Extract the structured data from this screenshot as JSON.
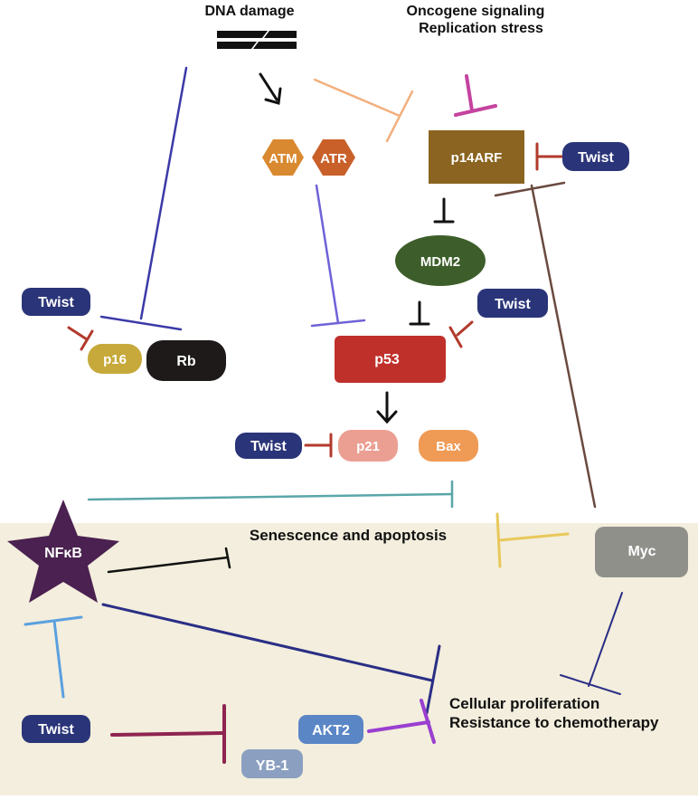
{
  "top_labels": {
    "dna_damage": "DNA damage",
    "oncogene_signaling": "Oncogene signaling",
    "replication_stress": "Replication stress"
  },
  "nodes": {
    "atm": "ATM",
    "atr": "ATR",
    "p14arf": "p14ARF",
    "twist_p14arf": "Twist",
    "mdm2": "MDM2",
    "twist_p53": "Twist",
    "twist_p16": "Twist",
    "p16": "p16",
    "rb": "Rb",
    "p53": "p53",
    "twist_p21": "Twist",
    "p21": "p21",
    "bax": "Bax",
    "nfkb": "NFκB",
    "myc": "Myc",
    "twist_bottom": "Twist",
    "akt2": "AKT2",
    "yb1": "YB-1"
  },
  "outcomes": {
    "senescence_apoptosis": "Senescence and apoptosis",
    "proliferation": "Cellular proliferation",
    "chemoresistance": "Resistance to chemotherapy"
  },
  "colors": {
    "background_lower": "#f3eedd",
    "twist": "#2a3478",
    "atm": "#d9892f",
    "atr": "#c9602a",
    "p14arf": "#8a6420",
    "mdm2": "#3d5e2a",
    "p53": "#c0302b",
    "rb": "#1e1a1a",
    "p16": "#c6a93a",
    "p21": "#eb9f93",
    "bax": "#ef9a55",
    "nfkb": "#4a2150",
    "myc": "#8f908a",
    "akt2": "#5b86c6",
    "yb1": "#8ba0c0",
    "inhibit_red": "#b23a2c"
  }
}
